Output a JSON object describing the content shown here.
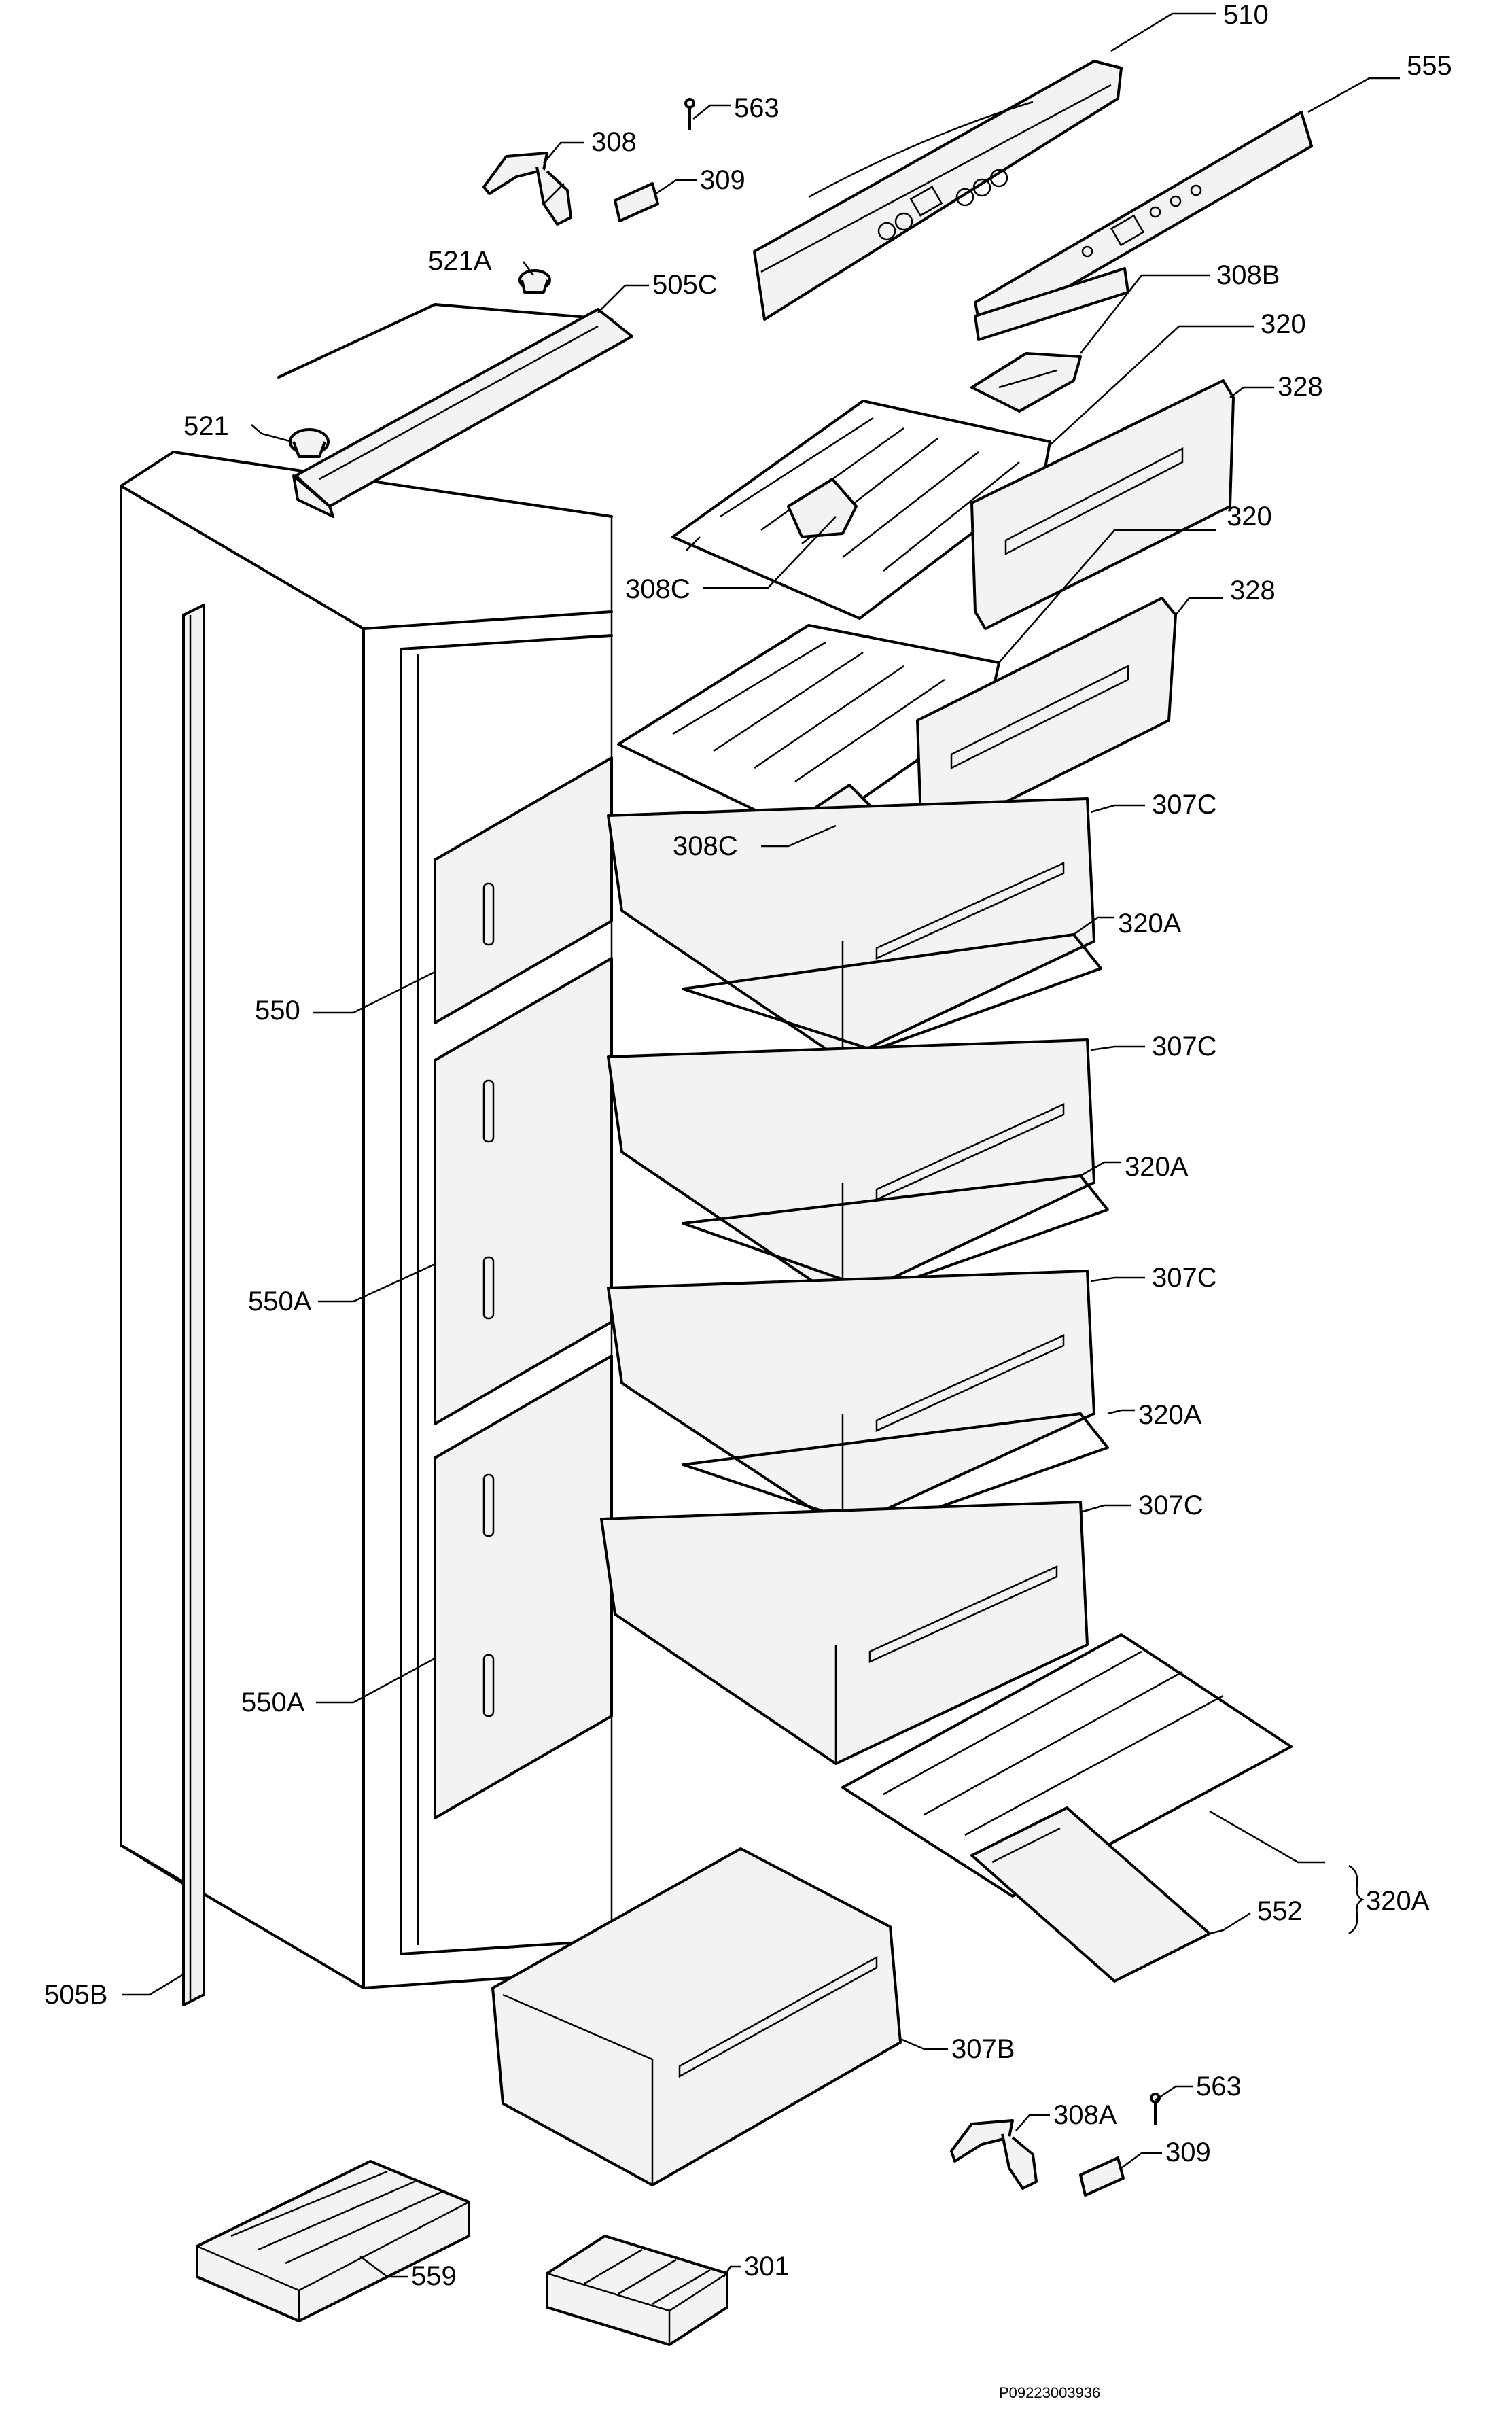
{
  "diagram": {
    "drawing_code": "P09223003936",
    "labels": {
      "p510": "510",
      "p555": "555",
      "p563a": "563",
      "p308": "308",
      "p309a": "309",
      "p521A": "521A",
      "p505C": "505C",
      "p308B": "308B",
      "p320a": "320",
      "p328a": "328",
      "p521": "521",
      "p308Ca": "308C",
      "p320b": "320",
      "p328b": "328",
      "p307Ca": "307C",
      "p308Cb": "308C",
      "p320Aa": "320A",
      "p550": "550",
      "p307Cb": "307C",
      "p320Ab": "320A",
      "p550Aa": "550A",
      "p307Cc": "307C",
      "p320Ac": "320A",
      "p307Cd": "307C",
      "p550Ab": "550A",
      "p320Ad": "320A",
      "p552": "552",
      "p505B": "505B",
      "p307B": "307B",
      "p563b": "563",
      "p308A": "308A",
      "p309b": "309",
      "p301": "301",
      "p559": "559"
    }
  }
}
